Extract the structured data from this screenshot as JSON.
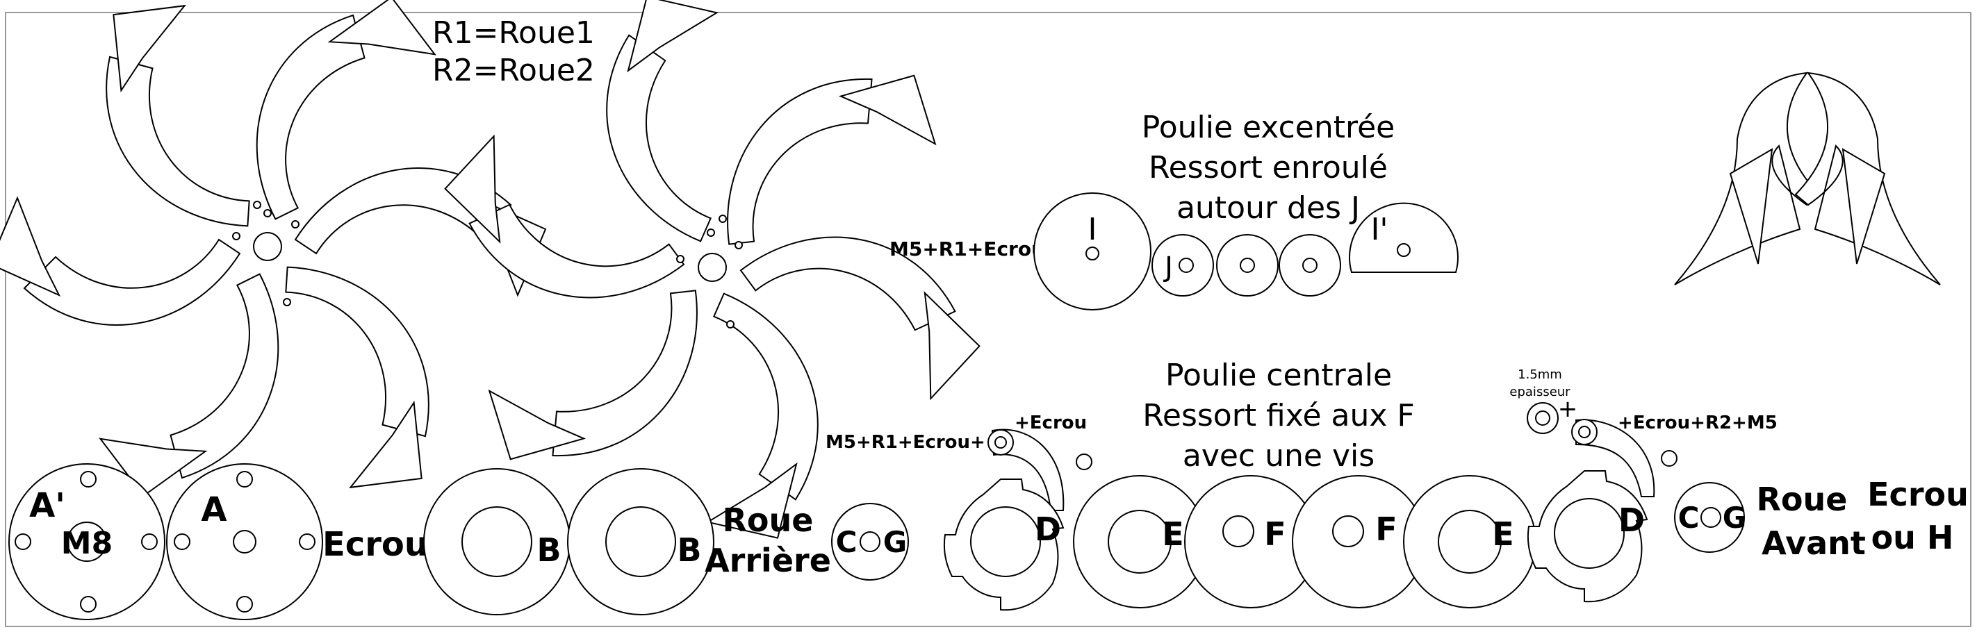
{
  "legend": {
    "line1": "R1=Roue1",
    "line2": "R2=Roue2"
  },
  "notes": {
    "pulley_eccentric_1": "Poulie excentrée",
    "pulley_eccentric_2": "Ressort enroulé",
    "pulley_eccentric_3": "autour des J",
    "pulley_central_1": "Poulie centrale",
    "pulley_central_2": "Ressort fixé aux F",
    "pulley_central_3": "avec une vis",
    "thickness_1": "1.5mm",
    "thickness_2": "epaisseur"
  },
  "assembly": {
    "m5_r1_ecrou": "M5+R1+Ecrou",
    "m5_r1_ecrou_plus": "M5+R1+Ecrou+",
    "plus_ecrou": "+Ecrou",
    "plus_ecrou_r2_m5": "+Ecrou+R2+M5",
    "plus": "+"
  },
  "parts": {
    "I": "I",
    "I_prime": "I'",
    "J": "J",
    "A_prime": "A'",
    "M8": "M8",
    "A": "A",
    "ecrou": "Ecrou",
    "B": "B",
    "roue_arriere_1": "Roue",
    "roue_arriere_2": "Arrière",
    "C": "C",
    "G": "G",
    "D": "D",
    "E": "E",
    "F": "F",
    "roue_avant_1": "Roue",
    "roue_avant_2": "Avant",
    "ecrou_h_1": "Ecrou",
    "ecrou_h_2": "ou H"
  },
  "colors": {
    "stroke": "#000000",
    "background": "#ffffff",
    "frame": "#9a9a9a"
  }
}
